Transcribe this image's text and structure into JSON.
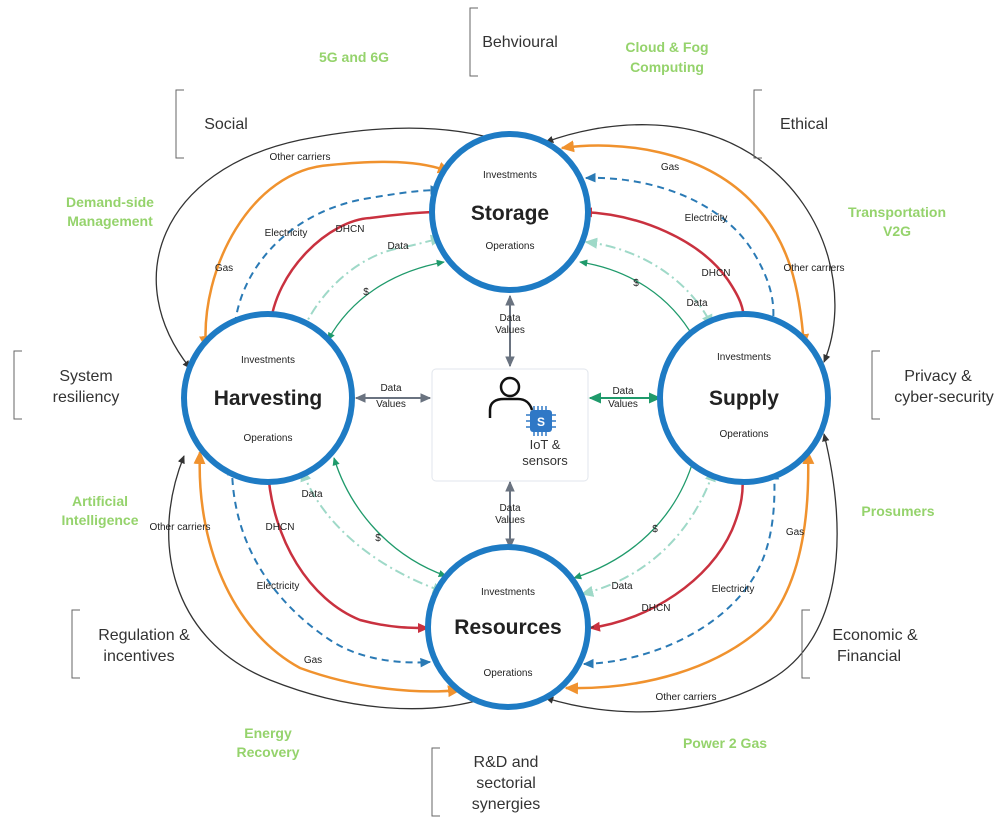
{
  "nodes": {
    "storage": {
      "title": "Storage",
      "top": "Investments",
      "bottom": "Operations"
    },
    "harvesting": {
      "title": "Harvesting",
      "top": "Investments",
      "bottom": "Operations"
    },
    "supply": {
      "title": "Supply",
      "top": "Investments",
      "bottom": "Operations"
    },
    "resources": {
      "title": "Resources",
      "top": "Investments",
      "bottom": "Operations"
    }
  },
  "center": {
    "line1": "IoT &",
    "line2": "sensors"
  },
  "data_values": {
    "line1": "Data",
    "line2": "Values"
  },
  "flows": {
    "other_carriers": "Other carriers",
    "gas": "Gas",
    "electricity": "Electricity",
    "dhcn": "DHCN",
    "data": "Data",
    "money": "$"
  },
  "dimensions": {
    "behavioural": "Behvioural",
    "social": "Social",
    "ethical": "Ethical",
    "system_resiliency_1": "System",
    "system_resiliency_2": "resiliency",
    "privacy_1": "Privacy &",
    "privacy_2": "cyber-security",
    "regulation_1": "Regulation &",
    "regulation_2": "incentives",
    "economic_1": "Economic &",
    "economic_2": "Financial",
    "rd_1": "R&D and",
    "rd_2": "sectorial",
    "rd_3": "synergies"
  },
  "enablers": {
    "g5g6": "5G and 6G",
    "cloud_1": "Cloud & Fog",
    "cloud_2": "Computing",
    "dsm_1": "Demand-side",
    "dsm_2": "Management",
    "transport_1": "Transportation",
    "transport_2": "V2G",
    "ai_1": "Artificial",
    "ai_2": "Intelligence",
    "prosumers": "Prosumers",
    "energy_1": "Energy",
    "energy_2": "Recovery",
    "p2g": "Power 2 Gas"
  },
  "colors": {
    "node_stroke": "#1e7bc4",
    "other_carriers": "#333333",
    "gas": "#f0922e",
    "electricity": "#2a7ab5",
    "dhcn": "#c9313f",
    "data": "#9fd9c8",
    "money": "#1f9a6b",
    "data_values": "#6a7380",
    "enabler": "#95d36c",
    "chip": "#2f78c6"
  }
}
